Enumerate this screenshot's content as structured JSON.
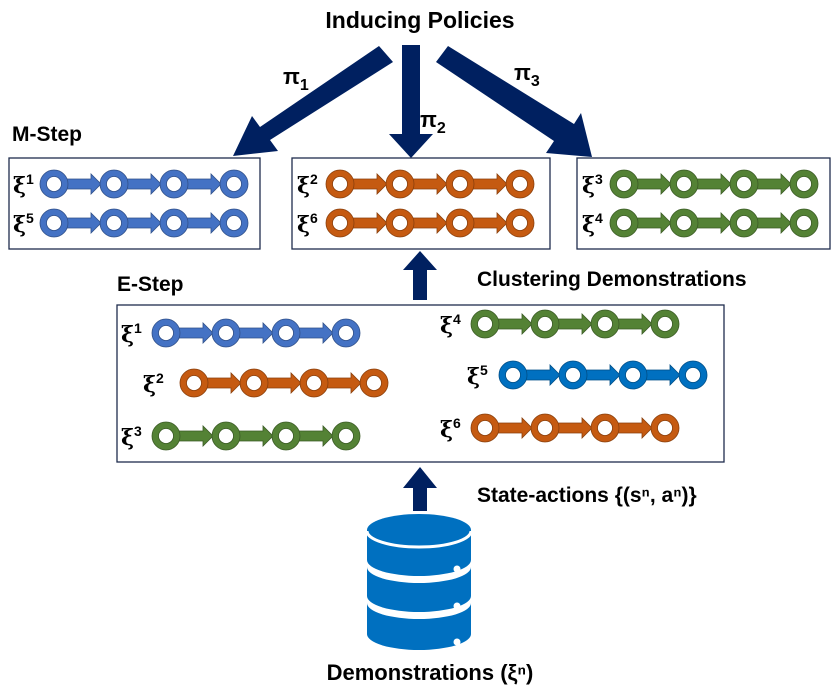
{
  "title": "Inducing Policies",
  "policies": [
    {
      "label": "π",
      "sub": "1"
    },
    {
      "label": "π",
      "sub": "2"
    },
    {
      "label": "π",
      "sub": "3"
    }
  ],
  "m_step": {
    "label": "M-Step",
    "clusters": [
      {
        "color": "#4472C4",
        "trajectories": [
          {
            "sym": "ξ",
            "sup": "1"
          },
          {
            "sym": "ξ",
            "sup": "5"
          }
        ]
      },
      {
        "color": "#C55A11",
        "trajectories": [
          {
            "sym": "ξ",
            "sup": "2"
          },
          {
            "sym": "ξ",
            "sup": "6"
          }
        ]
      },
      {
        "color": "#548235",
        "trajectories": [
          {
            "sym": "ξ",
            "sup": "3"
          },
          {
            "sym": "ξ",
            "sup": "4"
          }
        ]
      }
    ]
  },
  "clustering_label": "Clustering Demonstrations",
  "e_step": {
    "label": "E-Step",
    "trajectories": [
      {
        "sym": "ξ",
        "sup": "1",
        "color": "#4472C4"
      },
      {
        "sym": "ξ",
        "sup": "2",
        "color": "#C55A11"
      },
      {
        "sym": "ξ",
        "sup": "3",
        "color": "#548235"
      },
      {
        "sym": "ξ",
        "sup": "4",
        "color": "#548235"
      },
      {
        "sym": "ξ",
        "sup": "5",
        "color": "#0070C0"
      },
      {
        "sym": "ξ",
        "sup": "6",
        "color": "#C55A11"
      }
    ]
  },
  "state_actions_label": "State-actions {(sⁿ, aⁿ)}",
  "database": {
    "label": "Demonstrations (ξⁿ)",
    "color": "#0070C0"
  },
  "colors": {
    "arrow": "#002060",
    "box_border": "#1F2D4D"
  }
}
